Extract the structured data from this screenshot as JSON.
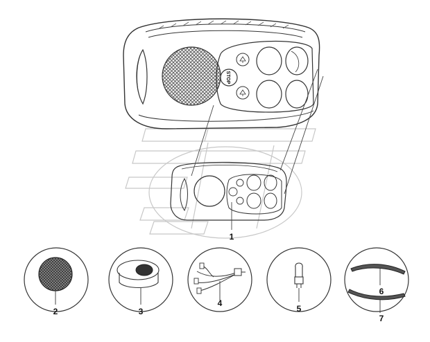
{
  "callouts": [
    {
      "id": "1",
      "label": "1"
    },
    {
      "id": "2",
      "label": "2"
    },
    {
      "id": "3",
      "label": "3"
    },
    {
      "id": "4",
      "label": "4"
    },
    {
      "id": "5",
      "label": "5"
    },
    {
      "id": "6",
      "label": "6"
    },
    {
      "id": "7",
      "label": "7"
    }
  ],
  "panel": {
    "stop_label": "STOP",
    "icons": [
      "reading-lamp-icon",
      "reading-lamp-icon"
    ]
  },
  "colors": {
    "line": "#333333",
    "mesh": "#555555",
    "watermark": "#bbbbbb"
  }
}
